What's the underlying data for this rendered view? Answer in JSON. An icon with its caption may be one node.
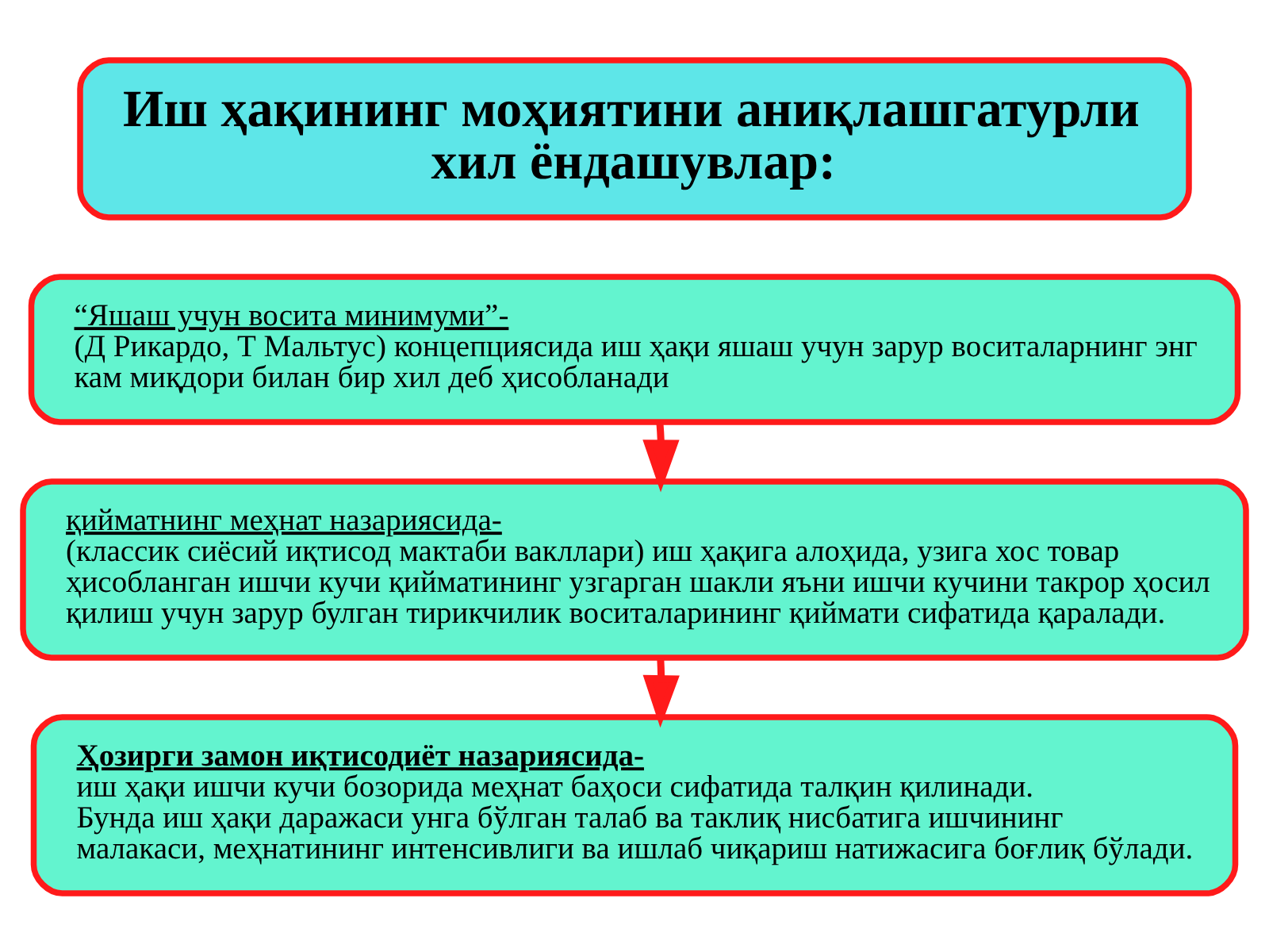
{
  "diagram": {
    "nodes": [
      {
        "text": [
          "Иш ҳақининг моҳиятини аниқлашгатурли хил ёндашувлар:"
        ]
      },
      {
        "text": [
          "“Яшаш учун восита минимуми”-",
          "(Д Рикардо, Т Мальтус) концепциясида иш ҳақи яшаш учун зарур воситаларнинг энг кам миқдори билан бир хил деб ҳисобланади"
        ]
      },
      {
        "text": [
          "қийматнинг меҳнат назариясида-",
          "(классик сиёсий иқтисод мактаби вакллари) иш ҳақига алоҳида, узига хос товар ҳисобланган ишчи кучи қийматининг узгарган шакли яъни ишчи кучини такрор ҳосил қилиш учун зарур булган тирикчилик воситаларининг қиймати сифатида қаралади."
        ]
      },
      {
        "text": [
          "Ҳозирги замон иқтисодиёт назариясида-",
          "иш ҳақи ишчи кучи бозорида меҳнат баҳоси сифатида талқин қилинади.",
          "Бунда иш ҳақи даражаси унга бўлган талаб ва таклиқ нисбатига ишчининг малакаси, меҳнатининг интенсивлиги ва ишлаб чиқариш натижасига боғлиқ бўлади."
        ]
      }
    ],
    "edges": [
      {
        "from": 1,
        "to": 2,
        "arrow": "to"
      },
      {
        "from": 2,
        "to": 3,
        "arrow": "to"
      }
    ]
  }
}
